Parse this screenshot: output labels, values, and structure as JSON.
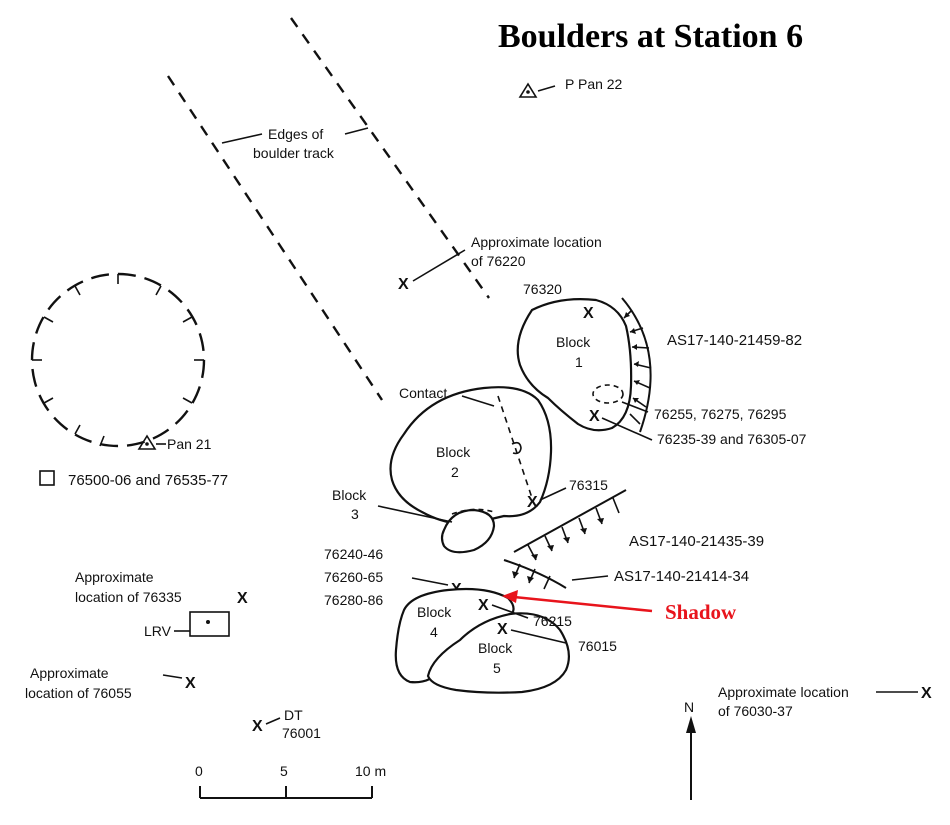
{
  "title": "Boulders at Station 6",
  "colors": {
    "ink": "#111111",
    "accent": "#e8141c",
    "background": "#ffffff"
  },
  "track": {
    "label_line1": "Edges of",
    "label_line2": "boulder track"
  },
  "pans": {
    "p_pan_22": "P Pan 22",
    "pan_21": "Pan 21"
  },
  "crater_samples": "76500-06 and 76535-77",
  "approx_76220": {
    "line1": "Approximate location",
    "line2": "of 76220"
  },
  "blocks": {
    "b1": {
      "word": "Block",
      "num": "1"
    },
    "b2": {
      "word": "Block",
      "num": "2"
    },
    "b3": {
      "word": "Block",
      "num": "3"
    },
    "b4": {
      "word": "Block",
      "num": "4"
    },
    "b5": {
      "word": "Block",
      "num": "5"
    }
  },
  "contact": "Contact",
  "samples": {
    "s76320": "76320",
    "s76255": "76255, 76275, 76295",
    "s76235": "76235-39 and 76305-07",
    "s76315": "76315",
    "s76240": "76240-46",
    "s76260": "76260-65",
    "s76280": "76280-86",
    "s76215": "76215",
    "s76015": "76015"
  },
  "photos": {
    "p1": "AS17-140-21459-82",
    "p2": "AS17-140-21435-39",
    "p3": "AS17-140-21414-34"
  },
  "shadow": "Shadow",
  "approx_76335": {
    "line1": "Approximate",
    "line2": "location of 76335"
  },
  "lrv": "LRV",
  "approx_76055": {
    "line1": "Approximate",
    "line2": "location of 76055"
  },
  "dt": {
    "line1": "DT",
    "line2": "76001"
  },
  "approx_76030": {
    "line1": "Approximate location",
    "line2": "of 76030-37"
  },
  "north": "N",
  "scale": {
    "t0": "0",
    "t5": "5",
    "t10": "10 m"
  },
  "x_mark": "X"
}
